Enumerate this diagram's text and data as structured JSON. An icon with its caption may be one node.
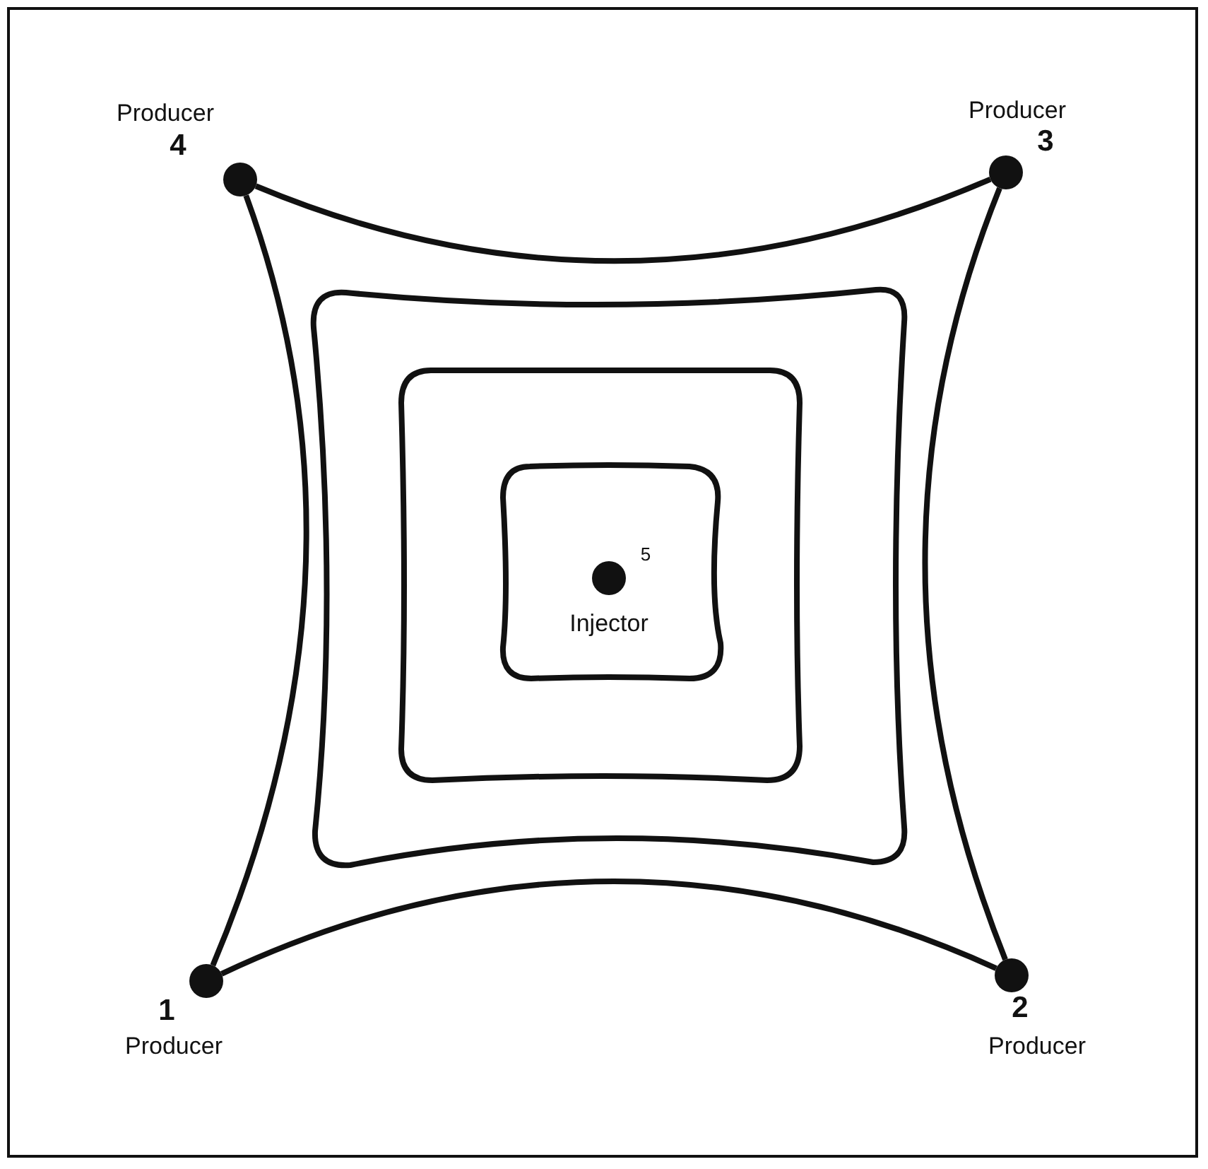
{
  "diagram": {
    "nodes": [
      {
        "text": [],
        "shape": "circle",
        "beside": [
          "Producer",
          "4"
        ]
      },
      {
        "text": [],
        "shape": "circle",
        "beside": [
          "Producer",
          "3"
        ]
      },
      {
        "text": [],
        "shape": "circle",
        "beside": [
          "5",
          "Injector"
        ]
      },
      {
        "text": [],
        "shape": "circle",
        "beside": [
          "1",
          "Producer"
        ]
      },
      {
        "text": [],
        "shape": "circle",
        "beside": [
          "2",
          "Producer"
        ]
      }
    ],
    "edges": [
      {
        "from": 0,
        "to": 1,
        "arrow": "none"
      },
      {
        "from": 1,
        "to": 4,
        "arrow": "none"
      },
      {
        "from": 4,
        "to": 3,
        "arrow": "none"
      },
      {
        "from": 3,
        "to": 0,
        "arrow": "none"
      }
    ]
  }
}
